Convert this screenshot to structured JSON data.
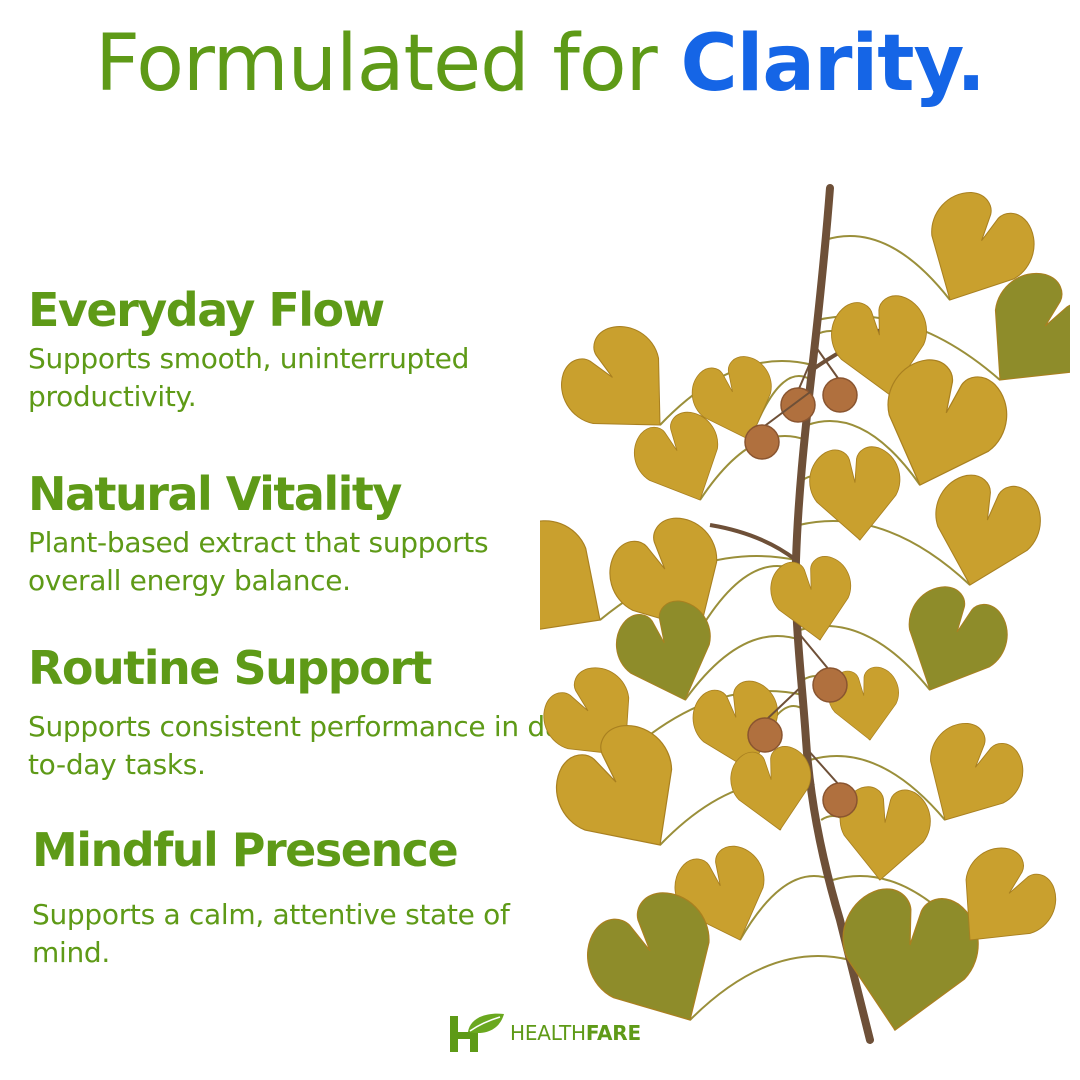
{
  "colors": {
    "green": "#5e9a17",
    "blue": "#1565e6",
    "leaf_gold": "#c9a02e",
    "leaf_olive": "#8e8c2a",
    "branch": "#6e5038",
    "berry": "#b0703e"
  },
  "headline": {
    "lead": "Formulated for ",
    "emphasis": "Clarity."
  },
  "features": [
    {
      "title": "Everyday Flow",
      "description": "Supports smooth, uninterrupted productivity."
    },
    {
      "title": "Natural Vitality",
      "description": "Plant-based extract that supports overall energy balance."
    },
    {
      "title": "Routine Support",
      "description": "Supports consistent performance in day-to-day tasks."
    },
    {
      "title": "Mindful Presence",
      "description": "Supports a calm, attentive state of mind."
    }
  ],
  "image": {
    "subject": "ginkgo-branch-illustration"
  },
  "brand": {
    "part1": "HEALTH",
    "part2": "FARE",
    "icon": "leaf-h-logo-icon"
  }
}
